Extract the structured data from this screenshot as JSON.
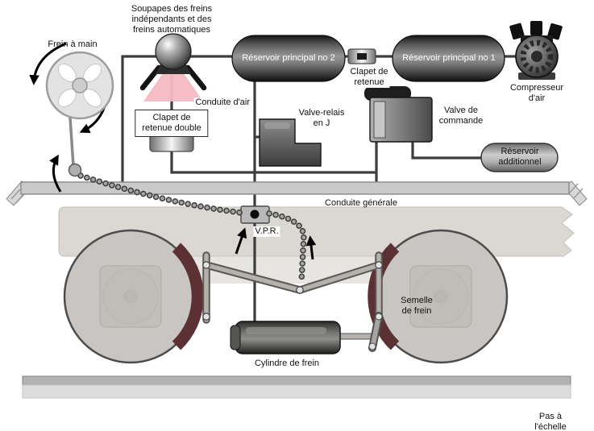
{
  "diagram": {
    "labels": {
      "soupapes": "Soupapes des freins\nindépendants et des\nfreins automatiques",
      "frein_a_main": "Frein à main",
      "reservoir_principal_2": "Réservoir principal no 2",
      "clapet_de_retenue": "Clapet de\nretenue",
      "reservoir_principal_1": "Réservoir principal no 1",
      "compresseur": "Compresseur d'air",
      "conduite_air": "Conduite d'air",
      "clapet_retenue_double": "Clapet de\nretenue double",
      "valve_relais": "Valve-relais\nen J",
      "valve_commande": "Valve de\ncommande",
      "reservoir_additionnel": "Réservoir\nadditionnel",
      "conduite_generale": "Conduite générale",
      "vpr": "V.P.R.",
      "semelle_de_frein": "Semelle\nde frein",
      "cylindre_de_frein": "Cylindre de frein",
      "pas_a_echelle": "Pas à l'échelle"
    },
    "colors": {
      "tank_dark": "#2b2b2b",
      "beam_pink": "#f4b9c2",
      "brake_shoe_maroon": "#5c3136",
      "truck_body": "#dbd7d3",
      "pipe": "#3d3d3d",
      "brake_pipe_gray": "#c9c9c9"
    }
  }
}
